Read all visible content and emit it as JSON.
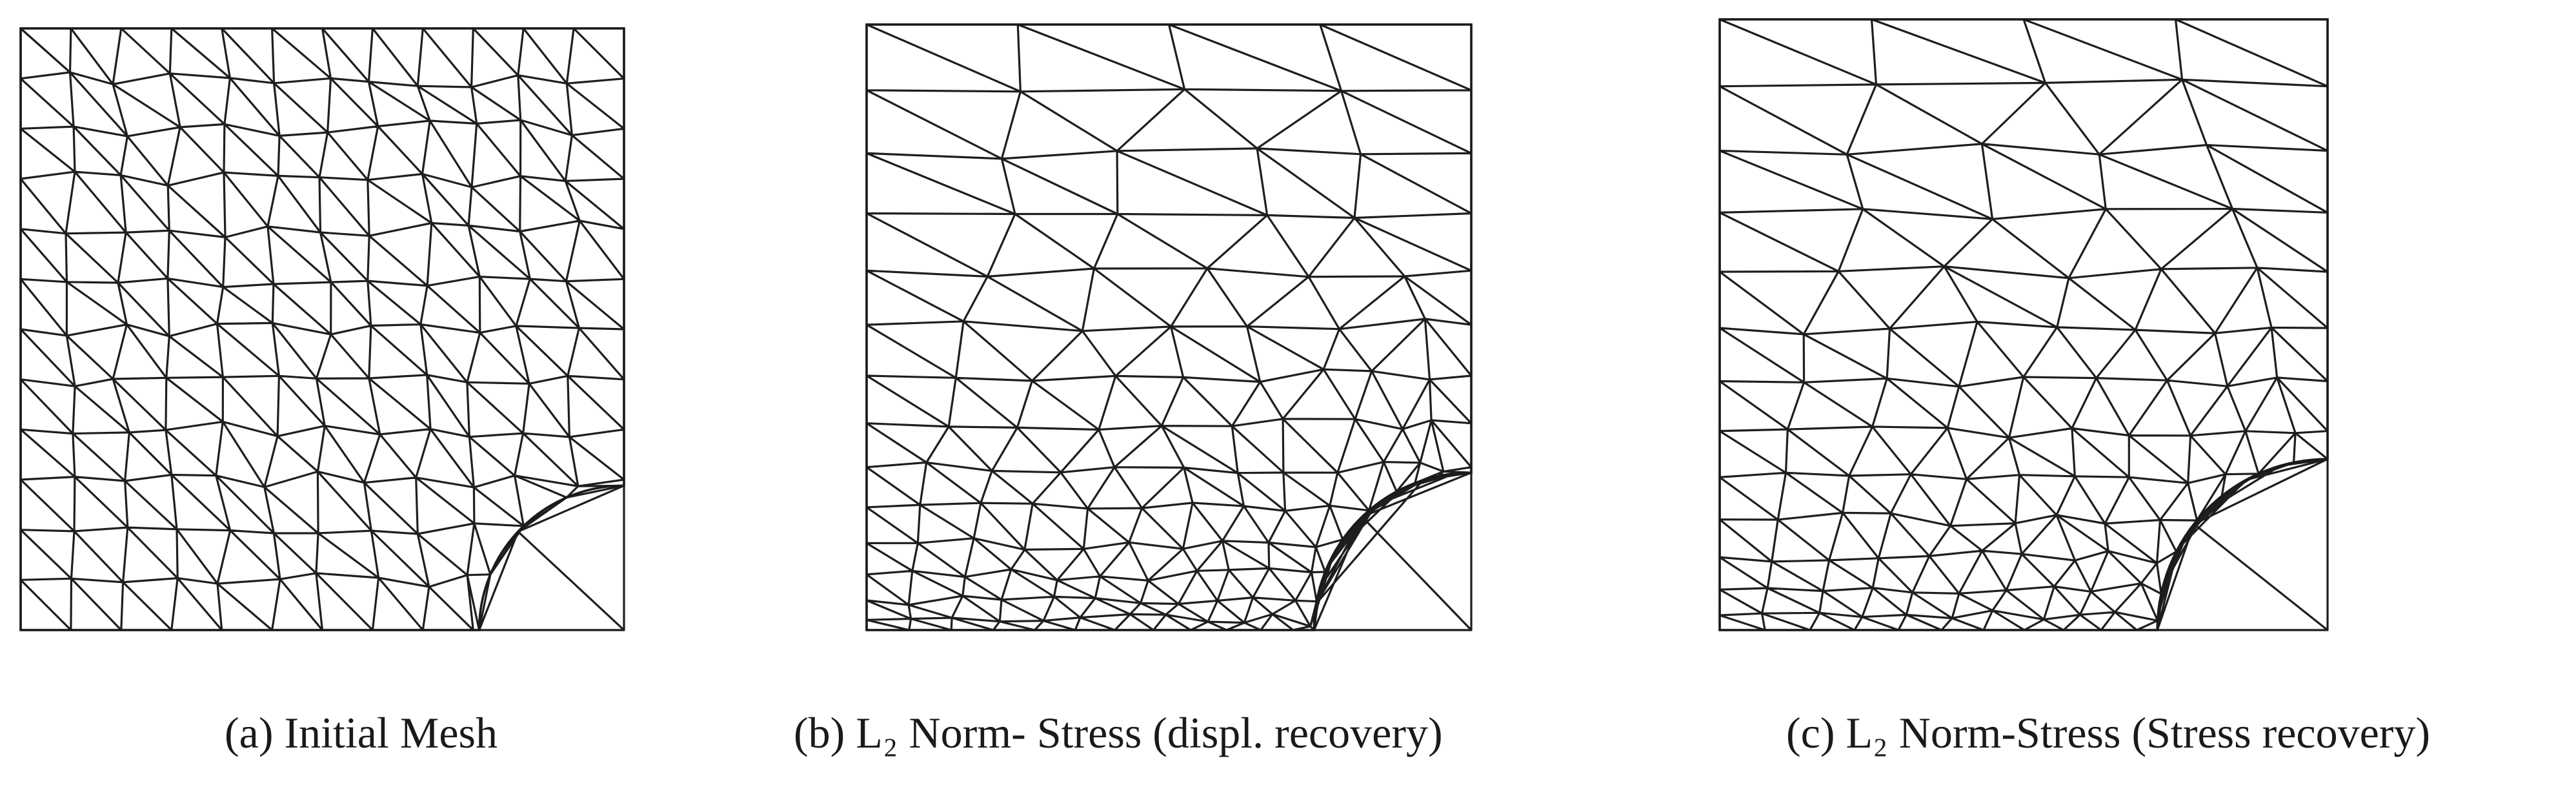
{
  "figure": {
    "panels": [
      {
        "id": "a",
        "caption": "(a) Initial Mesh"
      },
      {
        "id": "b",
        "caption": "(b) L₂ Norm- Stress (displ. recovery)"
      },
      {
        "id": "c",
        "caption": "(c) L₂ Norm-Stress (Stress recovery)"
      }
    ],
    "line_color": "#1e1e1e",
    "background_color": "#ffffff"
  }
}
